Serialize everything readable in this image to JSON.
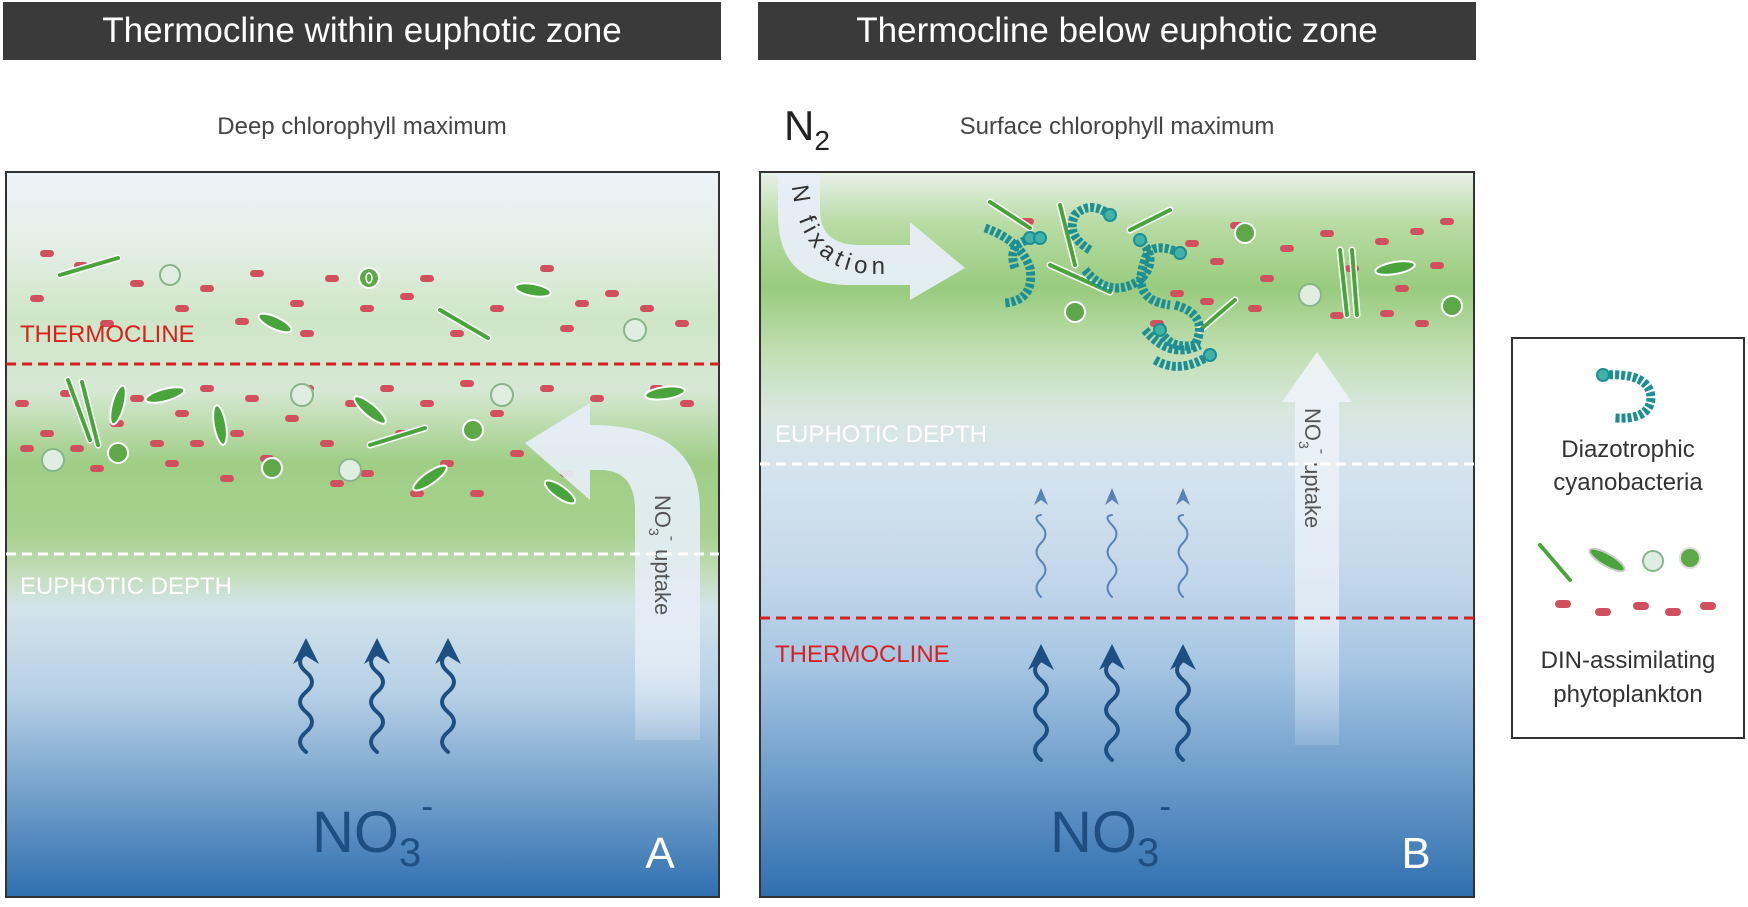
{
  "panel_a": {
    "header": "Thermocline within euphotic zone",
    "subtitle": "Deep chlorophyll maximum",
    "thermocline_label": "THERMOCLINE",
    "euphotic_label": "EUPHOTIC DEPTH",
    "uptake_label": "uptake",
    "uptake_chem": "NO",
    "uptake_sub": "3",
    "uptake_sup": "-",
    "bottom_chem": "NO",
    "bottom_sub": "3",
    "bottom_sup": "-",
    "panel_letter": "A"
  },
  "panel_b": {
    "header": "Thermocline below euphotic zone",
    "subtitle": "Surface chlorophyll maximum",
    "n2_base": "N",
    "n2_sub": "2",
    "fixation_label": "N fixation",
    "thermocline_label": "THERMOCLINE",
    "euphotic_label": "EUPHOTIC DEPTH",
    "uptake_label": "uptake",
    "uptake_chem": "NO",
    "uptake_sub": "3",
    "uptake_sup": "-",
    "bottom_chem": "NO",
    "bottom_sub": "3",
    "bottom_sup": "-",
    "panel_letter": "B"
  },
  "legend": {
    "diazotroph_line1": "Diazotrophic",
    "diazotroph_line2": "cyanobacteria",
    "din_line1": "DIN-assimilating",
    "din_line2": "phytoplankton"
  },
  "colors": {
    "header_bg": "#3a3a3a",
    "thermocline": "#d92020",
    "euphotic": "#ffffff",
    "chlorophyll_green": "#8fc66a",
    "deep_blue": "#2f6fb0",
    "cyanobacteria": "#1d8f94",
    "red_cell": "#d2505e",
    "diatom_green": "#4aa43c"
  }
}
